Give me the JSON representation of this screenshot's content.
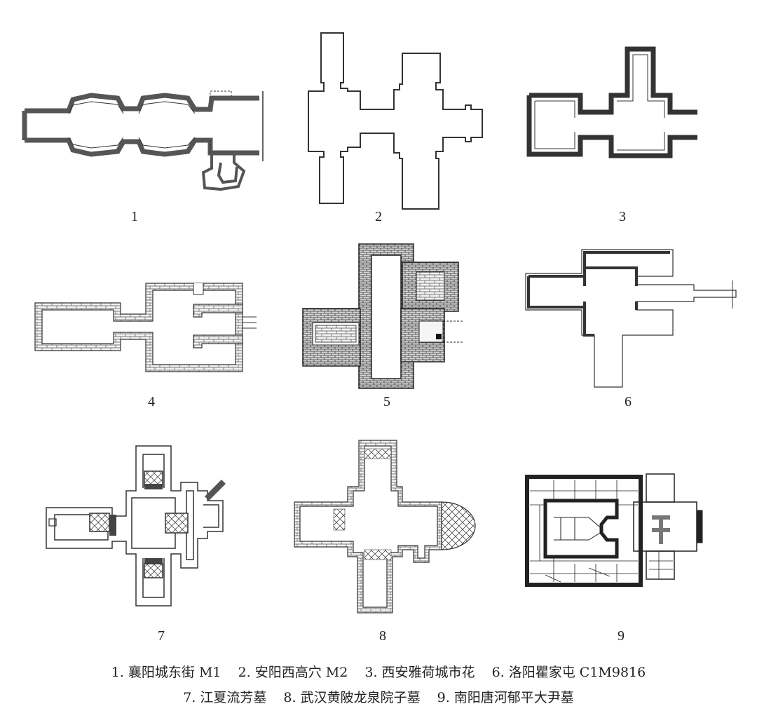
{
  "plan_numbers": [
    "1",
    "2",
    "3",
    "4",
    "5",
    "6",
    "7",
    "8",
    "9"
  ],
  "caption": {
    "line1": [
      "1. 襄阳城东街 M1",
      "2. 安阳西高穴 M2",
      "3. 西安雅荷城市花",
      "6. 洛阳瞿家屯 C1M9816"
    ],
    "line2": [
      "7. 江夏流芳墓",
      "8. 武汉黄陂龙泉院子墓",
      "9. 南阳唐河郁平大尹墓"
    ]
  },
  "colors": {
    "line": "#333333",
    "wall_fill": "#6b6b6b",
    "brick_fill": "#ececec",
    "background": "#ffffff"
  }
}
